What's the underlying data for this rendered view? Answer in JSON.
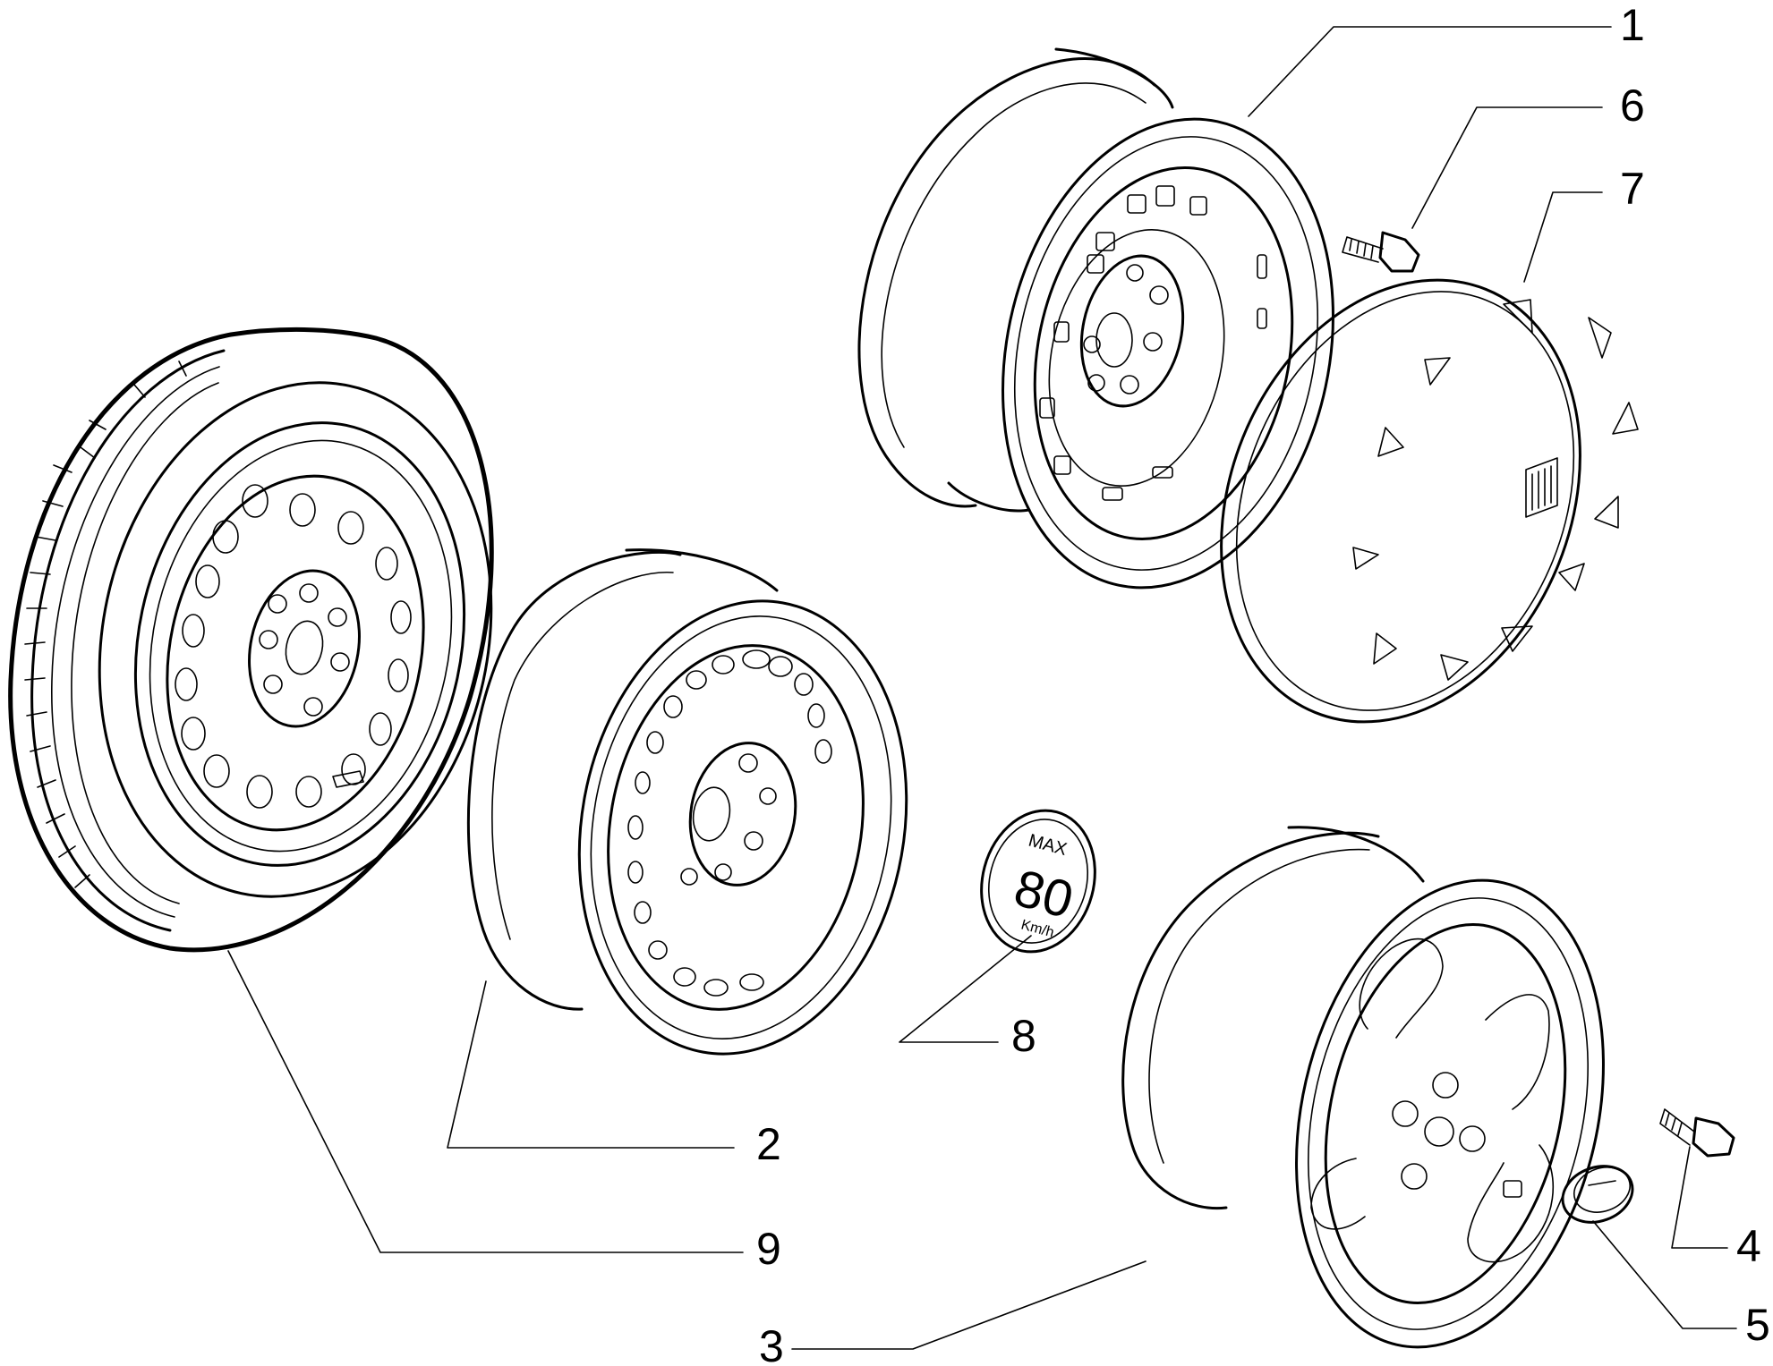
{
  "callouts": [
    {
      "id": "1",
      "label": "1"
    },
    {
      "id": "2",
      "label": "2"
    },
    {
      "id": "3",
      "label": "3"
    },
    {
      "id": "4",
      "label": "4"
    },
    {
      "id": "5",
      "label": "5"
    },
    {
      "id": "6",
      "label": "6"
    },
    {
      "id": "7",
      "label": "7"
    },
    {
      "id": "8",
      "label": "8"
    },
    {
      "id": "9",
      "label": "9"
    }
  ],
  "badge": {
    "top": "MAX",
    "value": "80",
    "unit": "Km/h"
  }
}
